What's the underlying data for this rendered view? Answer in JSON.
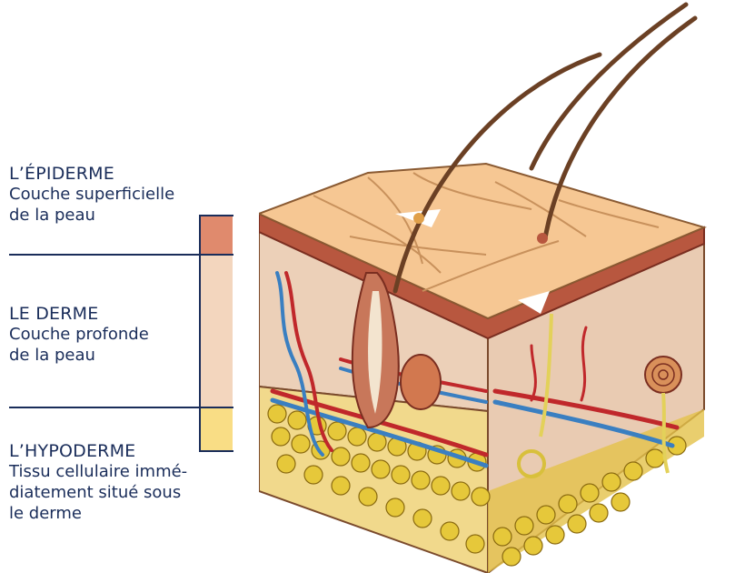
{
  "layers": [
    {
      "title": "L’ÉPIDERME",
      "description": [
        "Couche superficielle",
        "de la peau"
      ],
      "color": "#e08a6d"
    },
    {
      "title": "LE DERME",
      "description": [
        "Couche profonde",
        "de la peau"
      ],
      "color": "#f3d6be"
    },
    {
      "title": "L’HYPODERME",
      "description": [
        "Tissu cellulaire immé-",
        "diatement situé sous",
        "le derme"
      ],
      "color": "#f9dd85"
    }
  ],
  "colors": {
    "text": "#1a2d5a",
    "skin_surface": "#f6c793",
    "dermis": "#eac7ad",
    "fat": "#e6c83a",
    "artery": "#c0282b",
    "vein": "#3a7fc1"
  }
}
